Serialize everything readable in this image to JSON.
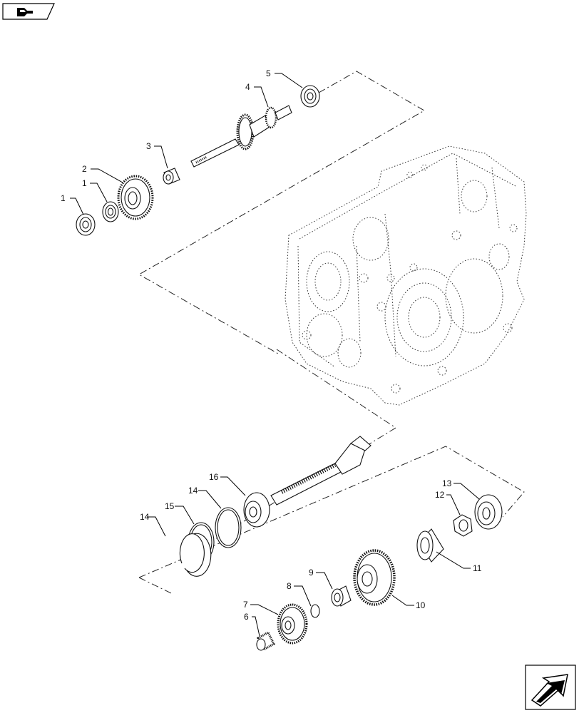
{
  "icons": {
    "corner_top_left": "book-arrow-icon",
    "corner_bottom_right": "next-page-arrow-icon"
  },
  "callouts": [
    {
      "id": "c1a",
      "text": "1"
    },
    {
      "id": "c1b",
      "text": "1"
    },
    {
      "id": "c2",
      "text": "2"
    },
    {
      "id": "c3",
      "text": "3"
    },
    {
      "id": "c4",
      "text": "4"
    },
    {
      "id": "c5",
      "text": "5"
    },
    {
      "id": "c6",
      "text": "6"
    },
    {
      "id": "c7",
      "text": "7"
    },
    {
      "id": "c8",
      "text": "8"
    },
    {
      "id": "c9",
      "text": "9"
    },
    {
      "id": "c10",
      "text": "10"
    },
    {
      "id": "c11",
      "text": "11"
    },
    {
      "id": "c12",
      "text": "12"
    },
    {
      "id": "c13",
      "text": "13"
    },
    {
      "id": "c14a",
      "text": "14"
    },
    {
      "id": "c14b",
      "text": "14"
    },
    {
      "id": "c15",
      "text": "15"
    },
    {
      "id": "c16",
      "text": "16"
    }
  ]
}
